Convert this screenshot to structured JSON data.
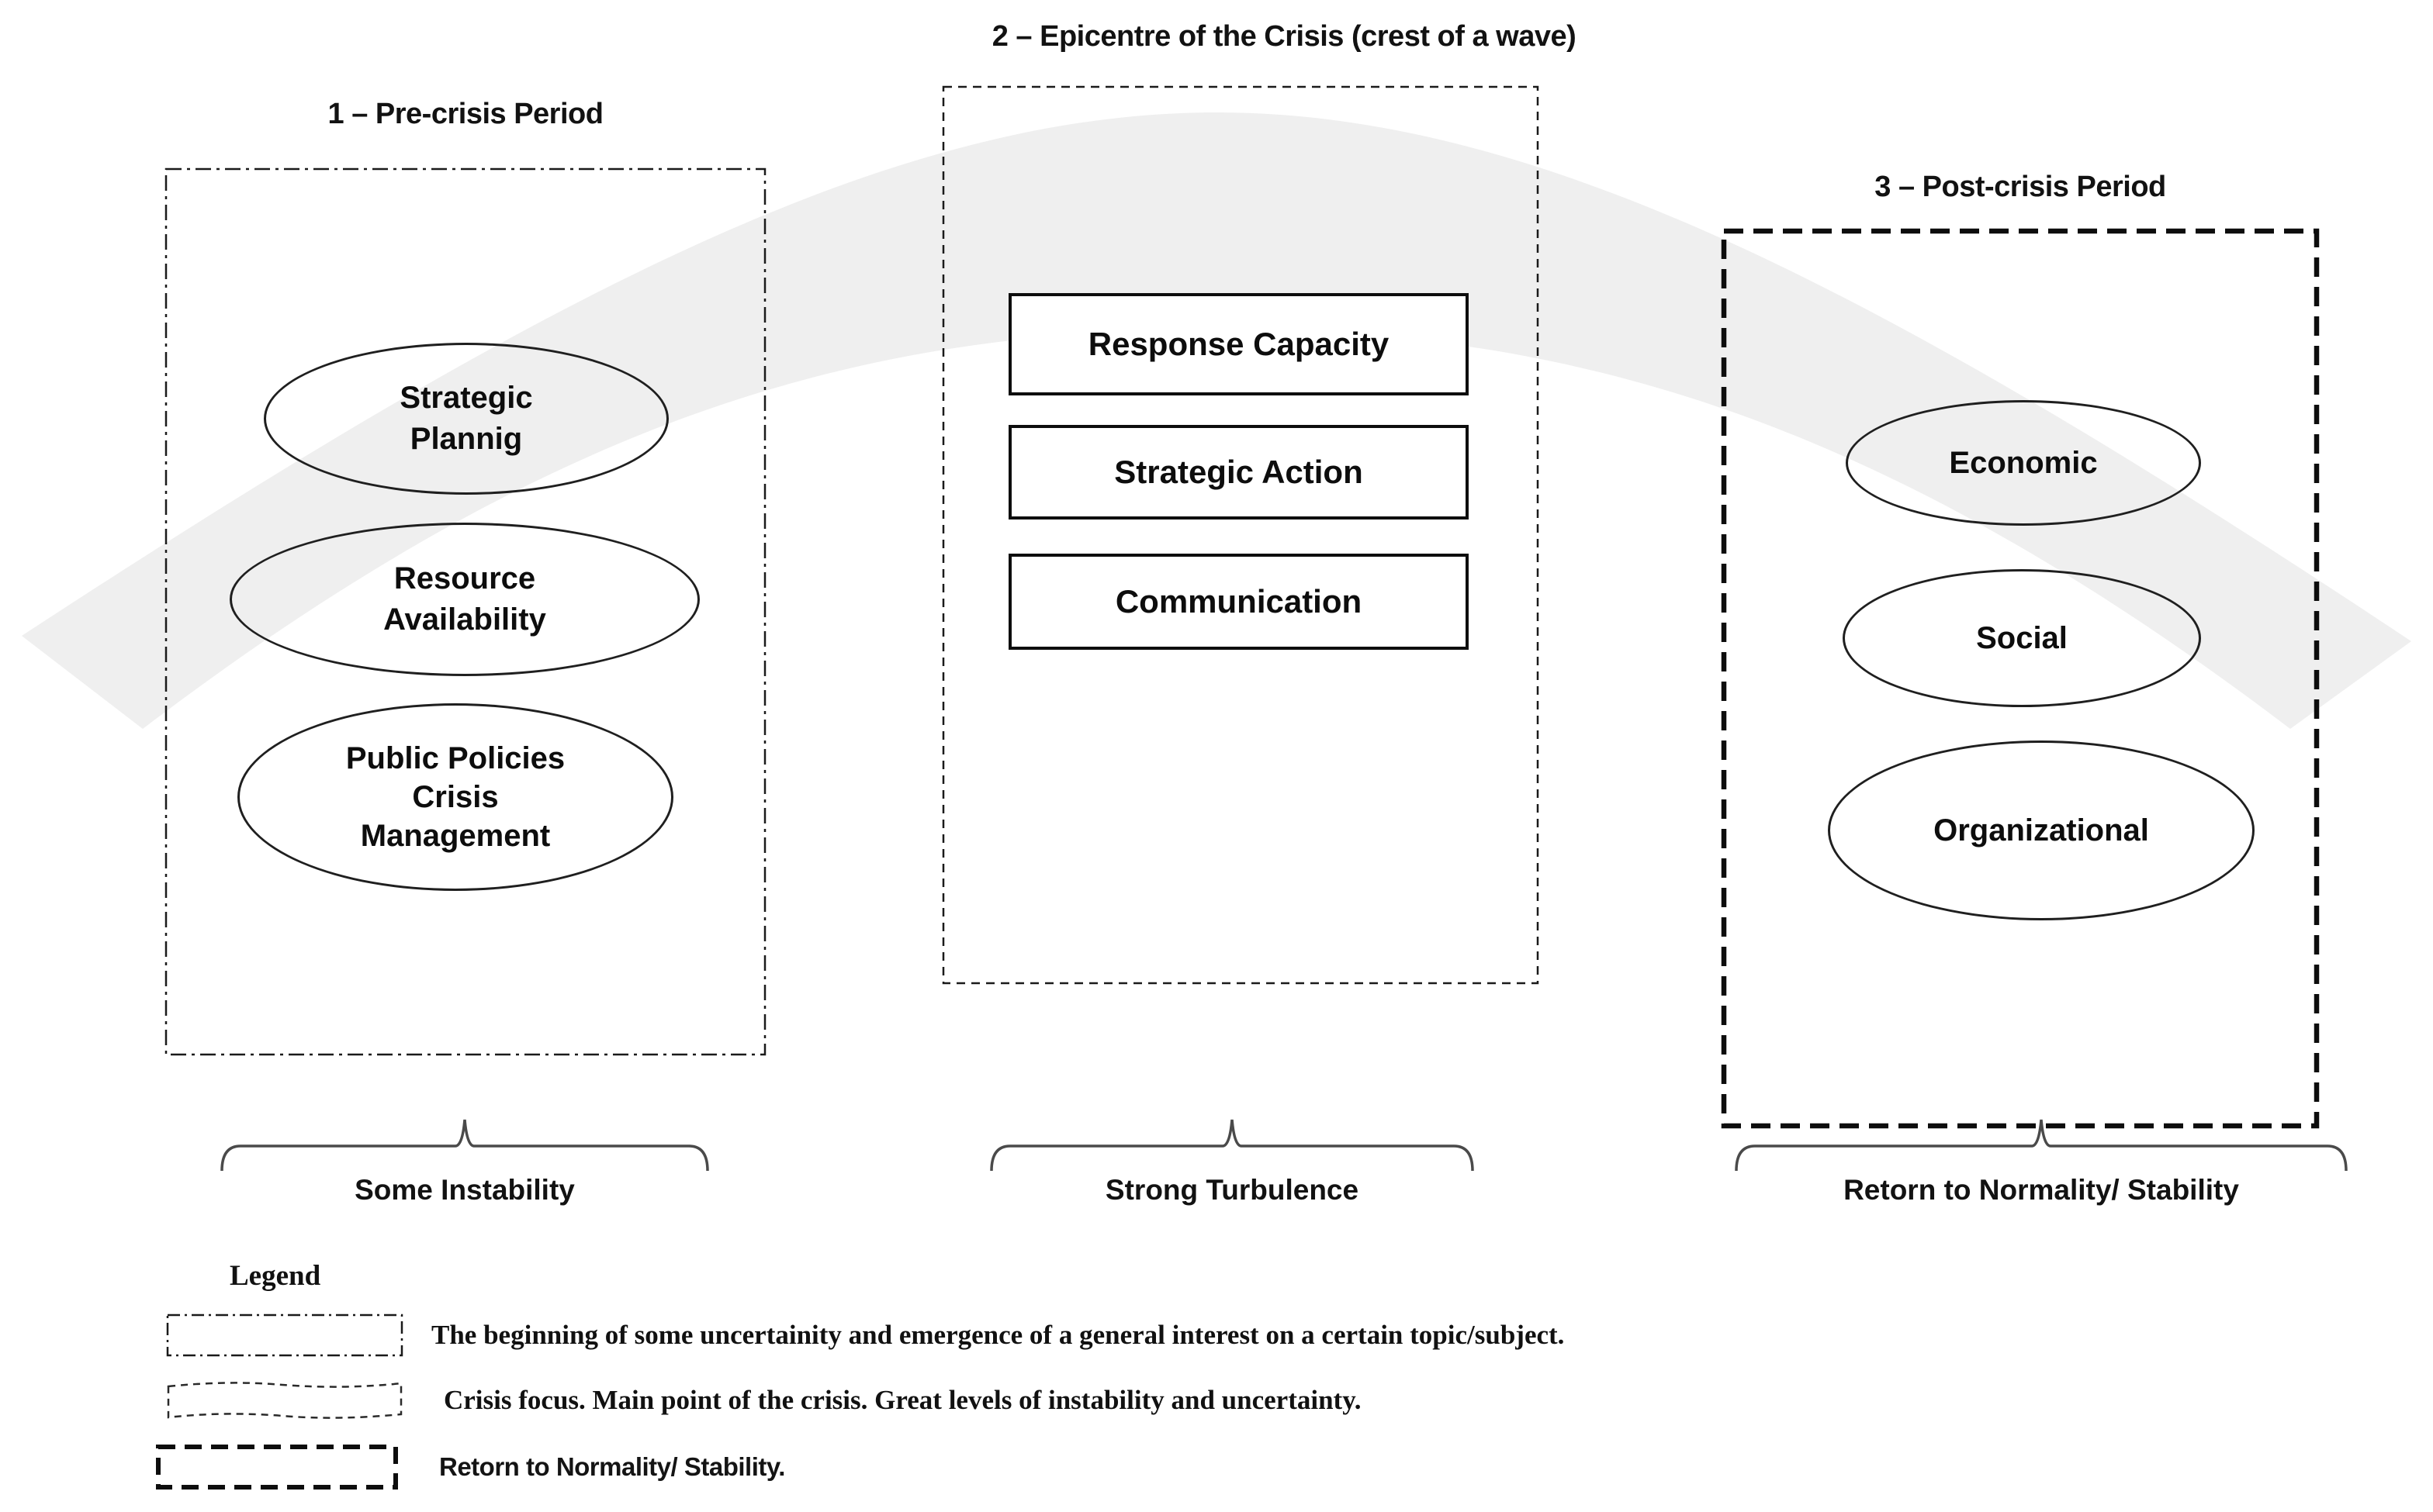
{
  "diagram": {
    "colors": {
      "wave": "#efefef",
      "stroke": "#000000",
      "brace": "#4a4a4a",
      "background": "#ffffff"
    },
    "sections": [
      {
        "title": "1 – Pre-crisis Period",
        "border_style": "dash-dot",
        "brace_label": "Some Instability",
        "ellipses": [
          {
            "lines": [
              "Strategic",
              "Plannig"
            ]
          },
          {
            "lines": [
              "Resource",
              "Availability"
            ]
          },
          {
            "lines": [
              "Public Policies",
              "Crisis",
              "Management"
            ]
          }
        ]
      },
      {
        "title": "2 – Epicentre of the Crisis (crest of a wave)",
        "border_style": "dashed",
        "brace_label": "Strong Turbulence",
        "boxes": [
          {
            "label": "Response Capacity"
          },
          {
            "label": "Strategic Action"
          },
          {
            "label": "Communication"
          }
        ]
      },
      {
        "title": "3 – Post-crisis Period",
        "border_style": "bold-dashed",
        "brace_label": "Retorn to Normality/ Stability",
        "ellipses": [
          {
            "lines": [
              "Economic"
            ]
          },
          {
            "lines": [
              "Social"
            ]
          },
          {
            "lines": [
              "Organizational"
            ]
          }
        ]
      }
    ],
    "legend": {
      "title": "Legend",
      "items": [
        {
          "swatch_style": "dash-dot",
          "text": "The beginning of some uncertainity and emergence of a general interest on a certain topic/subject."
        },
        {
          "swatch_style": "dashed",
          "text": "Crisis focus. Main point of the crisis. Great levels of instability and uncertainty."
        },
        {
          "swatch_style": "bold-dashed",
          "text": "Retorn to Normality/ Stability."
        }
      ]
    }
  }
}
